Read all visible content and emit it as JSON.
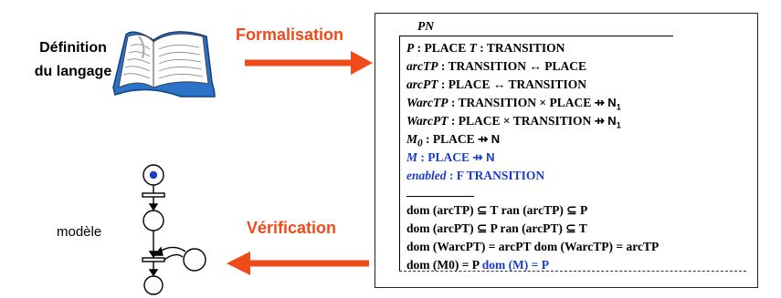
{
  "left": {
    "definition_line1": "Définition",
    "definition_line2": "du langage",
    "modele": "modèle"
  },
  "arrows": {
    "formalisation": "Formalisation",
    "verification": "Vérification",
    "color": "#ee4a1a"
  },
  "spec": {
    "title": "PN",
    "decl": [
      {
        "a": "P",
        "b": " : PLACE    ",
        "c": "T",
        "d": " : TRANSITION"
      },
      {
        "a": "arcTP",
        "b": " : TRANSITION ↔ PLACE"
      },
      {
        "a": "arcPT",
        "b": " : PLACE ↔ TRANSITION"
      },
      {
        "a": "WarcTP",
        "b": " : TRANSITION × PLACE ",
        "arrow": "⇸",
        "n": "N",
        "sub": "1"
      },
      {
        "a": "WarcPT",
        "b": " : PLACE × TRANSITION ",
        "arrow": "⇸",
        "n": "N",
        "sub": "1"
      },
      {
        "a": "M",
        "asub": "0",
        "b": " : PLACE ",
        "arrow": "⇸",
        "n": "N"
      },
      {
        "a": "M",
        "b": " : PLACE ",
        "arrow": "⇸",
        "n": "N"
      },
      {
        "a": "enabled",
        "b": " : F TRANSITION"
      }
    ],
    "preds": [
      "dom (arcTP) ⊆ T    ran (arcTP) ⊆ P",
      "dom (arcPT) ⊆ P    ran (arcPT) ⊆ T",
      "dom (WarcPT) = arcPT   dom (WarcTP) = arcTP",
      "dom (M0) = P"
    ],
    "pred_last_blue": "dom (M) = P",
    "blue": "#1a3cc8"
  }
}
